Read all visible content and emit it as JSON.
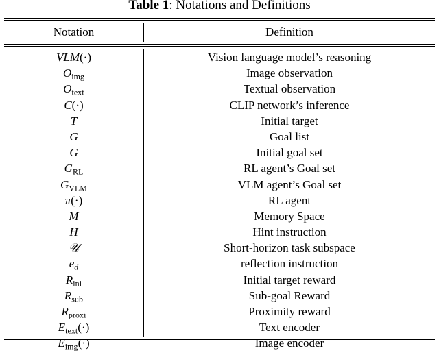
{
  "caption": {
    "label": "Table 1",
    "separator": ": ",
    "text": "Notations and Definitions",
    "full": "Table 1: Notations and Definitions"
  },
  "table": {
    "columns": [
      {
        "key": "notation",
        "header": "Notation"
      },
      {
        "key": "definition",
        "header": "Definition"
      }
    ],
    "rows": [
      {
        "notation": "VLM(·)",
        "definition": "Vision language model’s reasoning"
      },
      {
        "notation": "O_img",
        "definition": "Image observation"
      },
      {
        "notation": "O_text",
        "definition": "Textual observation"
      },
      {
        "notation": "C(·)",
        "definition": "CLIP network’s inference"
      },
      {
        "notation": "T",
        "definition": "Initial target"
      },
      {
        "notation": "G",
        "definition": "Goal list"
      },
      {
        "notation": "G",
        "definition": "Initial goal set"
      },
      {
        "notation": "G_RL",
        "definition": "RL agent’s Goal set"
      },
      {
        "notation": "G_VLM",
        "definition": "VLM agent’s Goal set"
      },
      {
        "notation": "π(·)",
        "definition": "RL agent"
      },
      {
        "notation": "M",
        "definition": "Memory Space"
      },
      {
        "notation": "H",
        "definition": "Hint instruction"
      },
      {
        "notation": "U",
        "definition": "Short-horizon task subspace"
      },
      {
        "notation": "e_d",
        "definition": "reflection instruction"
      },
      {
        "notation": "R_ini",
        "definition": "Initial target reward"
      },
      {
        "notation": "R_sub",
        "definition": "Sub-goal Reward"
      },
      {
        "notation": "R_proxi",
        "definition": "Proximity reward"
      },
      {
        "notation": "E_text(·)",
        "definition": "Text encoder"
      },
      {
        "notation": "E_img(·)",
        "definition": "Image encoder"
      }
    ]
  },
  "colors": {
    "background": "#ffffff",
    "text": "#000000",
    "rule": "#000000"
  }
}
